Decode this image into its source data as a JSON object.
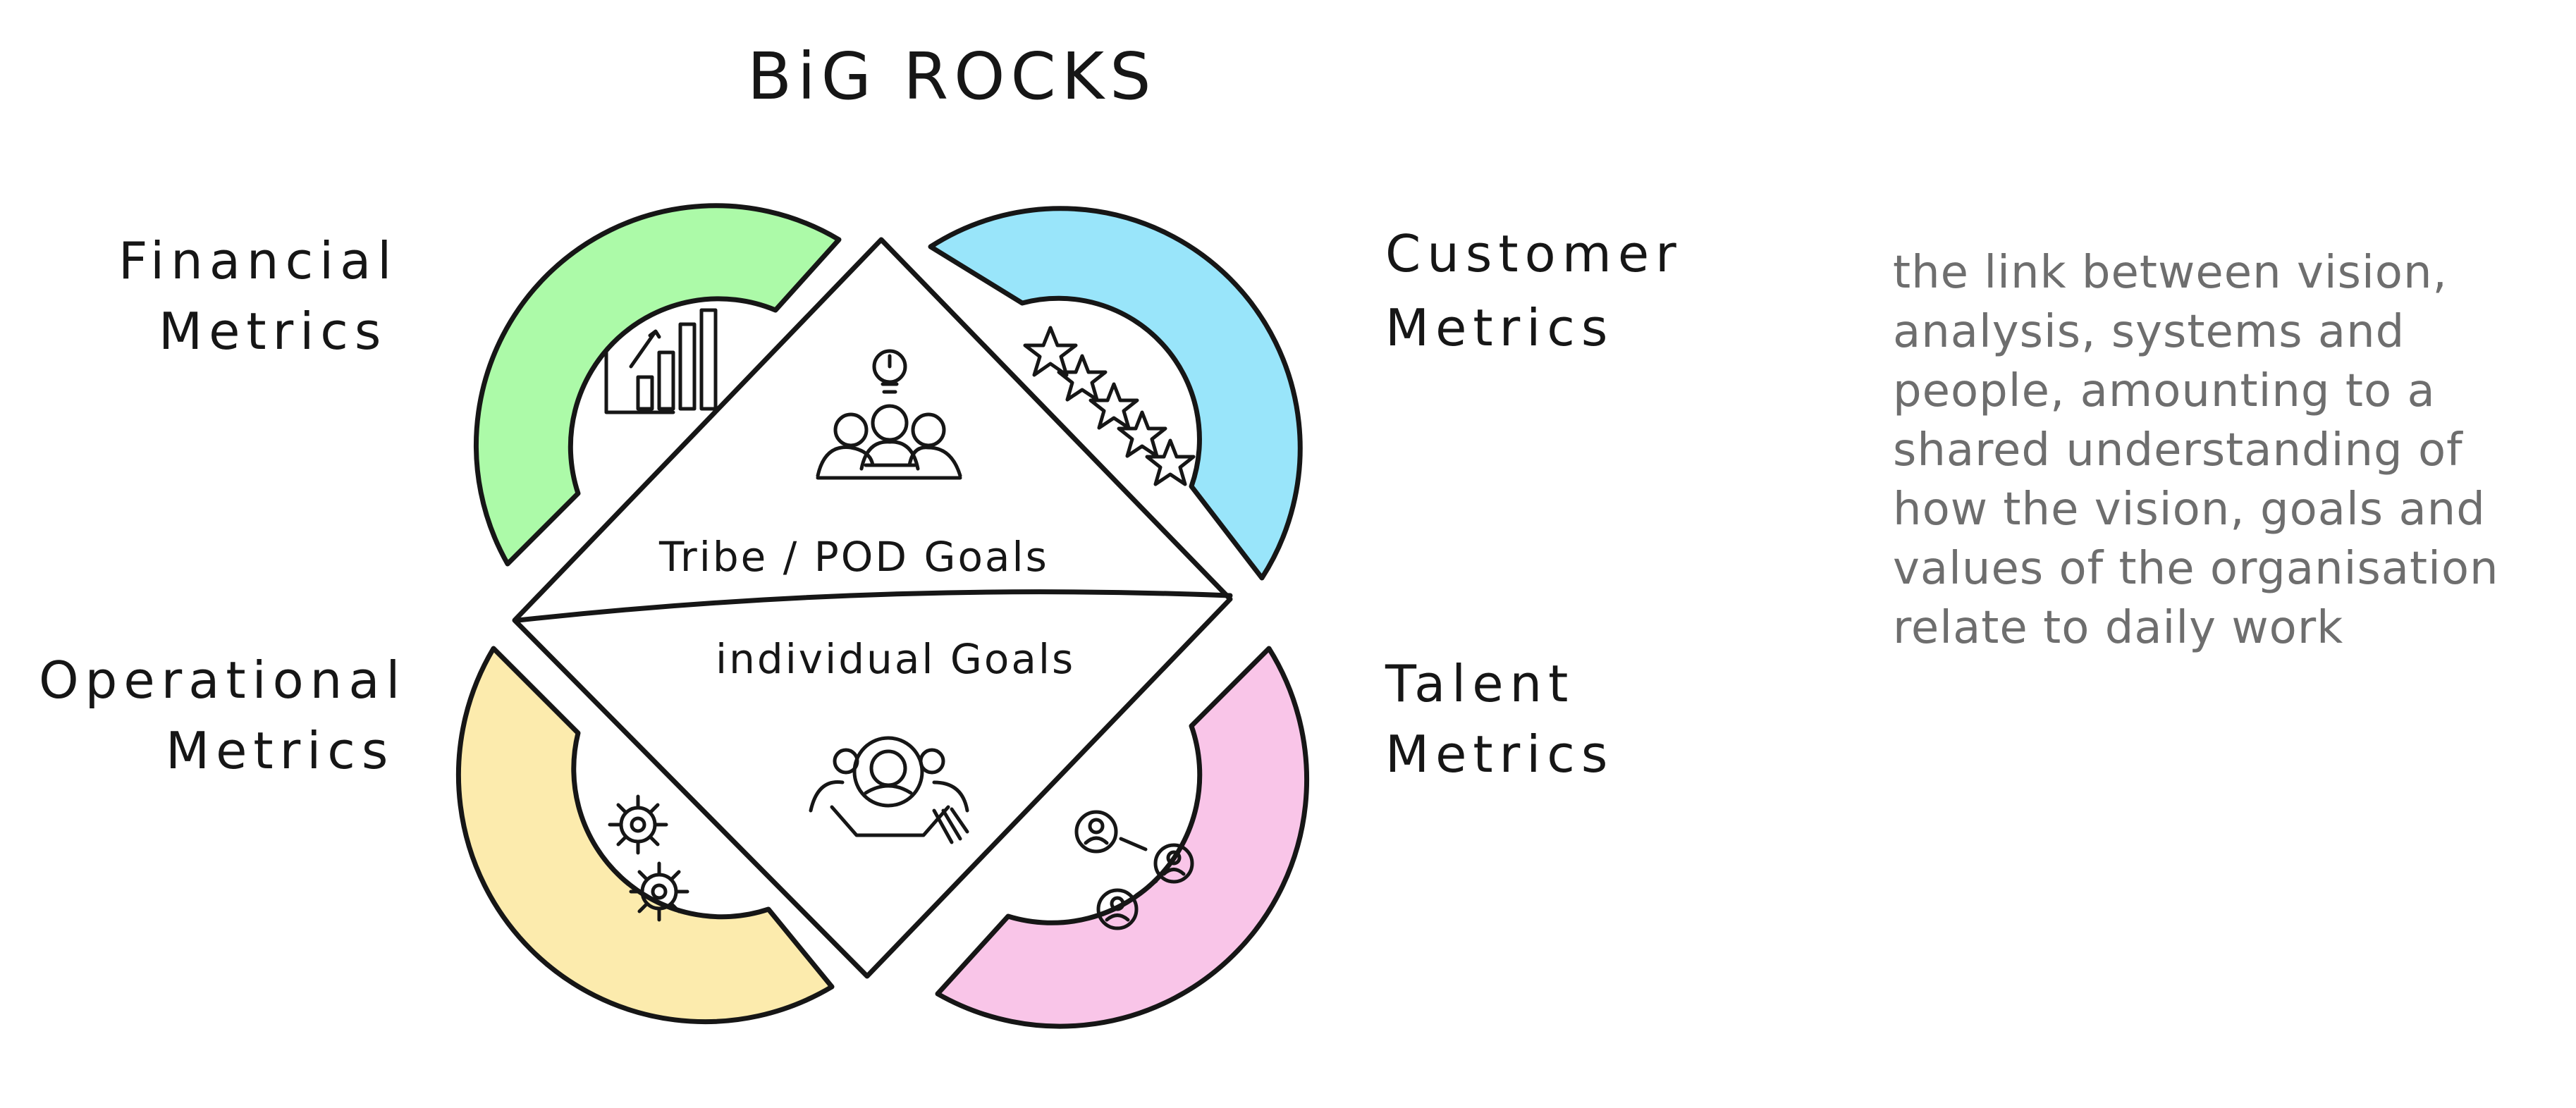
{
  "title": "BiG ROCKS",
  "quadrants": [
    {
      "id": "financial",
      "label_lines": [
        "Financial",
        "Metrics"
      ],
      "color": "#acfaa8",
      "icon": "bar-chart-icon"
    },
    {
      "id": "customer",
      "label_lines": [
        "Customer",
        "Metrics"
      ],
      "color": "#99e5fa",
      "icon": "five-stars-icon"
    },
    {
      "id": "operational",
      "label_lines": [
        "Operational",
        "Metrics"
      ],
      "color": "#fcebad",
      "icon": "gears-icon"
    },
    {
      "id": "talent",
      "label_lines": [
        "Talent",
        "Metrics"
      ],
      "color": "#f9c5e8",
      "icon": "people-network-icon"
    }
  ],
  "center": {
    "top_label": "Tribe / POD Goals",
    "top_icon": "team-lightbulb-icon",
    "bottom_label": "individual Goals",
    "bottom_icon": "individual-person-icon"
  },
  "description": "the link between vision, analysis, systems and people, amounting to a shared understanding of how the vision, goals and values of the organisation relate to daily work"
}
